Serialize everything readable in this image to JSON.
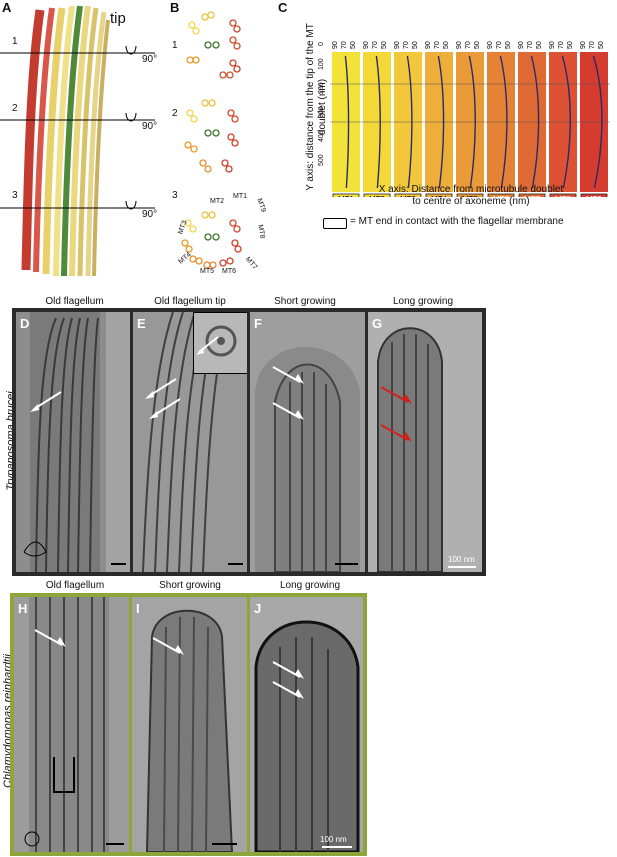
{
  "panelA": {
    "label": "A",
    "tip": "tip",
    "sections": [
      "1",
      "2",
      "3"
    ],
    "angle": "90°"
  },
  "panelB": {
    "label": "B",
    "sections": [
      "1",
      "2",
      "3"
    ],
    "mt_labels": [
      "MT1",
      "MT2",
      "MT3",
      "MT4",
      "MT5",
      "MT6",
      "MT7",
      "MT8",
      "MT9"
    ]
  },
  "panelC": {
    "label": "C",
    "y_axis_label": "Y axis: distance from the tip of the MT doublet (nm)",
    "y_ticks": [
      "0",
      "100",
      "200",
      "300",
      "400",
      "500"
    ],
    "x_ticks": [
      "90",
      "70",
      "50"
    ],
    "x_axis_label_1": "X axis: Distance from microtubule doublet",
    "x_axis_label_2": "to centre  of axoneme (nm)",
    "legend": "= MT end in contact with the flagellar membrane",
    "mts": [
      {
        "name": "MT1",
        "color": "#f2e23a"
      },
      {
        "name": "MT2",
        "color": "#f3d838"
      },
      {
        "name": "MT3",
        "color": "#f2c83a"
      },
      {
        "name": "MT4",
        "color": "#eeae3a"
      },
      {
        "name": "MT5",
        "color": "#ea9a38"
      },
      {
        "name": "MT6",
        "color": "#e58236"
      },
      {
        "name": "MT7",
        "color": "#e06a34"
      },
      {
        "name": "MT8",
        "color": "#dc5232"
      },
      {
        "name": "MT9",
        "color": "#d63b2f"
      }
    ]
  },
  "tryp": {
    "species": "Trypanosoma brucei",
    "panels": [
      {
        "label": "D",
        "title": "Old flagellum"
      },
      {
        "label": "E",
        "title": "Old flagellum tip"
      },
      {
        "label": "F",
        "title": "Short growing"
      },
      {
        "label": "G",
        "title": "Long growing"
      }
    ],
    "scale": "100 nm",
    "border_color": "#2a2a2a"
  },
  "chlamy": {
    "species": "Chlamydomonas reinhardtii",
    "panels": [
      {
        "label": "H",
        "title": "Old flagellum"
      },
      {
        "label": "I",
        "title": "Short growing"
      },
      {
        "label": "J",
        "title": "Long growing"
      }
    ],
    "scale": "100 nm",
    "border_color": "#8ea53a"
  }
}
